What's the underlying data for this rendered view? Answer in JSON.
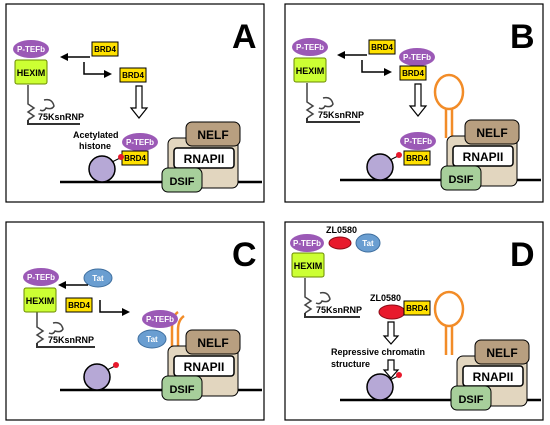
{
  "panels": [
    {
      "letter": "A",
      "ptefb": [
        "P-TEFb",
        "P-TEFb"
      ],
      "hexim": "HEXIM",
      "brd4": [
        "BRD4",
        "BRD4",
        "BRD4"
      ],
      "snrnp": "75KsnRNP",
      "acetylated_line1": "Acetylated",
      "acetylated_line2": "histone",
      "nelf": "NELF",
      "rnapii": "RNAPII",
      "dsif": "DSIF"
    },
    {
      "letter": "B",
      "ptefb": [
        "P-TEFb",
        "P-TEFb",
        "P-TEFb"
      ],
      "hexim": "HEXIM",
      "brd4": [
        "BRD4",
        "BRD4",
        "BRD4"
      ],
      "snrnp": "75KsnRNP",
      "nelf": "NELF",
      "rnapii": "RNAPII",
      "dsif": "DSIF"
    },
    {
      "letter": "C",
      "ptefb": [
        "P-TEFb",
        "P-TEFb"
      ],
      "hexim": "HEXIM",
      "brd4": [
        "BRD4"
      ],
      "tat": [
        "Tat",
        "Tat"
      ],
      "snrnp": "75KsnRNP",
      "nelf": "NELF",
      "rnapii": "RNAPII",
      "dsif": "DSIF"
    },
    {
      "letter": "D",
      "ptefb": [
        "P-TEFb"
      ],
      "hexim": "HEXIM",
      "brd4": [
        "BRD4"
      ],
      "tat": [
        "Tat"
      ],
      "zl": [
        "ZL0580",
        "ZL0580"
      ],
      "snrnp": "75KsnRNP",
      "repressive_line1": "Repressive chromatin",
      "repressive_line2": "structure",
      "nelf": "NELF",
      "rnapii": "RNAPII",
      "dsif": "DSIF"
    }
  ],
  "colors": {
    "ptefb": "#9b59b6",
    "hexim": "#ccff33",
    "brd4": "#ffe100",
    "tat": "#6a9ed1",
    "nelf": "#b89f80",
    "rnapii_body": "#e2d6bf",
    "dsif": "#a7cf9b",
    "nucleosome": "#b6a8d6",
    "rna": "#f28c28",
    "zl0580": "#e8192c",
    "acetyl": "#e8192c"
  }
}
